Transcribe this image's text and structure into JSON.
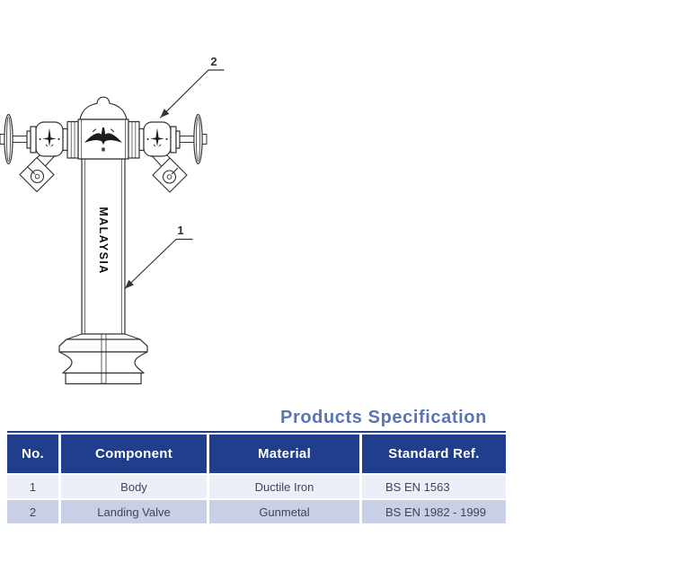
{
  "diagram": {
    "column_text": "MALAYSIA",
    "callout_body": "1",
    "callout_valve": "2"
  },
  "spec": {
    "title": "Products Specification",
    "headers": [
      "No.",
      "Component",
      "Material",
      "Standard Ref."
    ],
    "rows": [
      {
        "no": "1",
        "component": "Body",
        "material": "Ductile Iron",
        "standard": "BS EN 1563"
      },
      {
        "no": "2",
        "component": "Landing Valve",
        "material": "Gunmetal",
        "standard": "BS EN 1982 - 1999"
      }
    ]
  },
  "colors": {
    "header_bg": "#203e8c",
    "row_light": "#edeff8",
    "row_shaded": "#c9cfe7",
    "title_text": "#5b74b5",
    "line_art": "#333333"
  }
}
